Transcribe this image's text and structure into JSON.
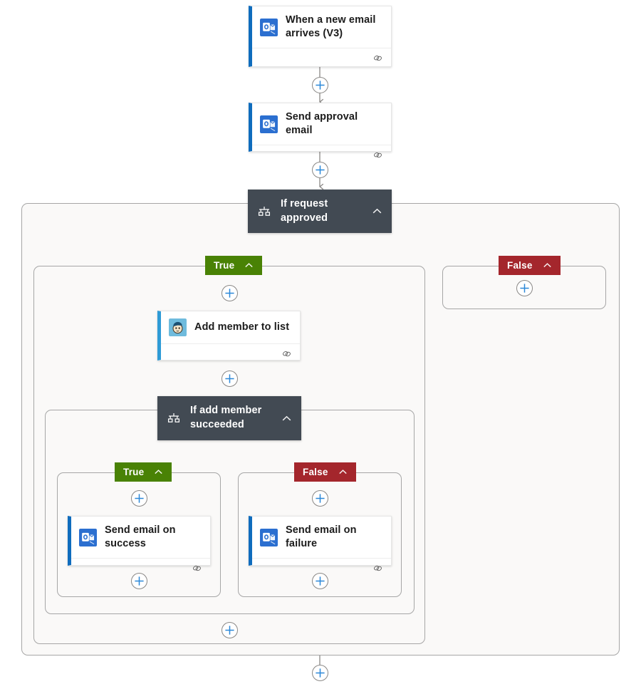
{
  "flow": {
    "title": "Power Automate flow designer canvas",
    "colors": {
      "true_branch": "#498205",
      "false_branch": "#a4262c",
      "condition_block": "#424a53",
      "office_accent": "#0f6cbd",
      "mailchimp_accent": "#2e9bd6",
      "scope_fill": "#faf9f8",
      "plus_glyph": "#2b88d8"
    },
    "nodes": {
      "trigger": {
        "label": "When a new email arrives (V3)",
        "icon": "outlook-icon",
        "footer_icon": "link-icon"
      },
      "send_approval": {
        "label": "Send approval email",
        "icon": "outlook-icon",
        "footer_icon": "link-icon"
      },
      "if_request_approved": {
        "label": "If request approved",
        "icon": "condition-icon",
        "collapse_icon": "chevron-up-icon"
      },
      "add_member": {
        "label": "Add member to list",
        "icon": "mailchimp-icon",
        "footer_icon": "link-icon"
      },
      "if_add_member_succeeded": {
        "label": "If add member succeeded",
        "icon": "condition-icon",
        "collapse_icon": "chevron-up-icon"
      },
      "send_success": {
        "label": "Send email on success",
        "icon": "outlook-icon",
        "footer_icon": "link-icon"
      },
      "send_failure": {
        "label": "Send email on failure",
        "icon": "outlook-icon",
        "footer_icon": "link-icon"
      }
    },
    "branches": {
      "outer_true": "True",
      "outer_false": "False",
      "inner_true": "True",
      "inner_false": "False"
    },
    "add_buttons": {
      "after_trigger": "+",
      "after_send_approval": "+",
      "outer_true_top": "+",
      "outer_false_empty": "+",
      "after_add_member": "+",
      "inner_true_top": "+",
      "inner_false_top": "+",
      "inner_true_bottom": "+",
      "inner_false_bottom": "+",
      "outer_true_bottom": "+",
      "after_condition_scope": "+"
    }
  }
}
